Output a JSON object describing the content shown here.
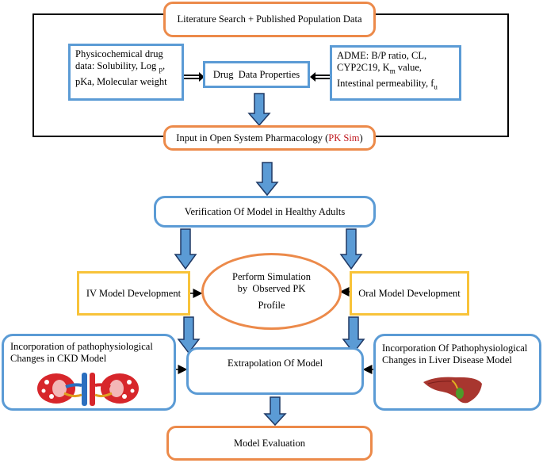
{
  "nodes": {
    "lit_search": "Literature Search + Published Population Data",
    "physchem": "Physicochemical drug data: Solubility, Log p, pKa, Molecular weight",
    "physchem_lines": [
      "Physicochemical drug",
      "data: Solubility, Log ",
      "p",
      ",",
      "pKa, Molecular weight"
    ],
    "drug_data": "Drug  Data Properties",
    "adme": "ADME: B/P ratio, CL, CYP2C19, Km value, Intestinal permeability, fu",
    "adme_lines": [
      "ADME: B/P ratio, CL,",
      "CYP2C19, K",
      "m",
      " value,",
      "Intestinal permeability, f",
      "u"
    ],
    "input_prefix": "Input in Open System Pharmacology (",
    "input_highlight": "PK Sim",
    "input_suffix": ")",
    "verification": "Verification Of Model in Healthy Adults",
    "iv_model": "IV Model Development",
    "simulation": "Perform Simulation by  Observed PK Profile",
    "simulation_lines": [
      "Perform Simulation",
      "by  Observed PK",
      "Profile"
    ],
    "oral_model": "Oral Model Development",
    "ckd": "Incorporation of pathophysiological Changes in CKD Model",
    "ckd_lines": [
      "Incorporation of pathophysiological",
      "Changes in CKD Model"
    ],
    "extrapolation": "Extrapolation Of Model",
    "liver": "Incorporation Of Pathophysiological Changes in Liver Disease Model",
    "liver_lines": [
      "Incorporation Of Pathophysiological",
      "Changes in Liver Disease Model"
    ],
    "evaluation": "Model Evaluation"
  },
  "colors": {
    "orange": "#ec8a4a",
    "blue": "#5b9bd5",
    "yellow": "#f8c33a",
    "arrow_fill": "#5b9bd5",
    "arrow_stroke": "#1f3864",
    "highlight": "#c0181f"
  },
  "icons": [
    "kidney-icon",
    "liver-icon"
  ]
}
